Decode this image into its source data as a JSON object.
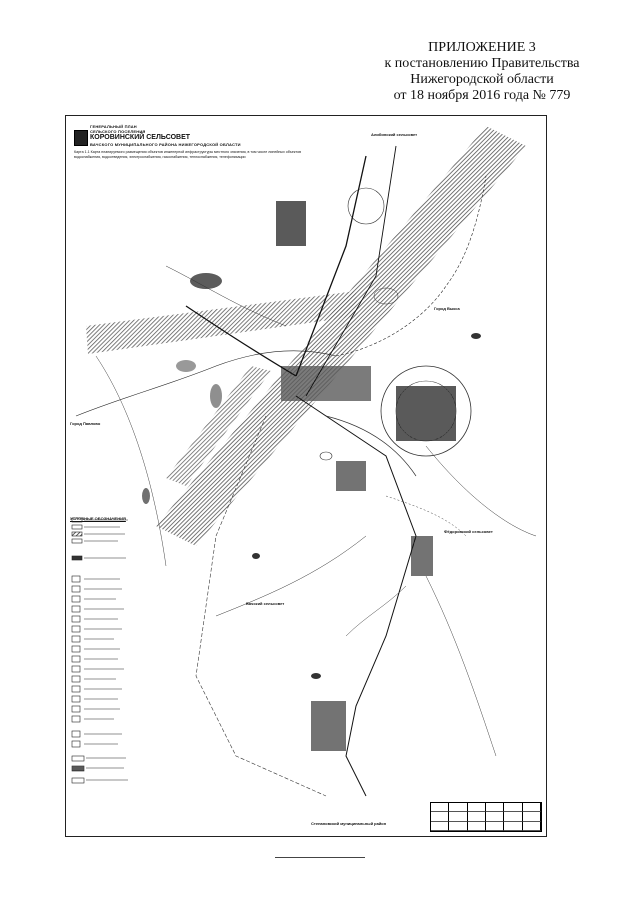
{
  "header": {
    "line1": "ПРИЛОЖЕНИЕ 3",
    "line2": "к постановлению Правительства",
    "line3": "Нижегородской области",
    "line4": "от 18 ноября 2016 года № 779"
  },
  "map": {
    "plan_label": "ГЕНЕРАЛЬНЫЙ ПЛАН",
    "settlement_type": "СЕЛЬСКОГО ПОСЕЛЕНИЯ",
    "settlement_name": "КОРОВИНСКИЙ СЕЛЬСОВЕТ",
    "district": "ВАЧСКОГО МУНИЦИПАЛЬНОГО РАЙОНА НИЖЕГОРОДСКОЙ ОБЛАСТИ",
    "description": "Карта 1.1 Карта планируемого размещения объектов инженерной инфраструктуры местного значения, в том числе линейных объектов водоснабжения, водоотведения, электроснабжения, газоснабжения, теплоснабжения, телефонизации",
    "labels": {
      "north": "Алибинский сельсовет",
      "east_city": "Город Выкса",
      "west_city": "Город Павлово",
      "east_council": "Фёдоровский сельсовет",
      "south_council": "Степановский муниципальный район",
      "mid_council": "Вачский сельсовет"
    },
    "legend_title": "УСЛОВНЫЕ ОБОЗНАЧЕНИЯ"
  }
}
